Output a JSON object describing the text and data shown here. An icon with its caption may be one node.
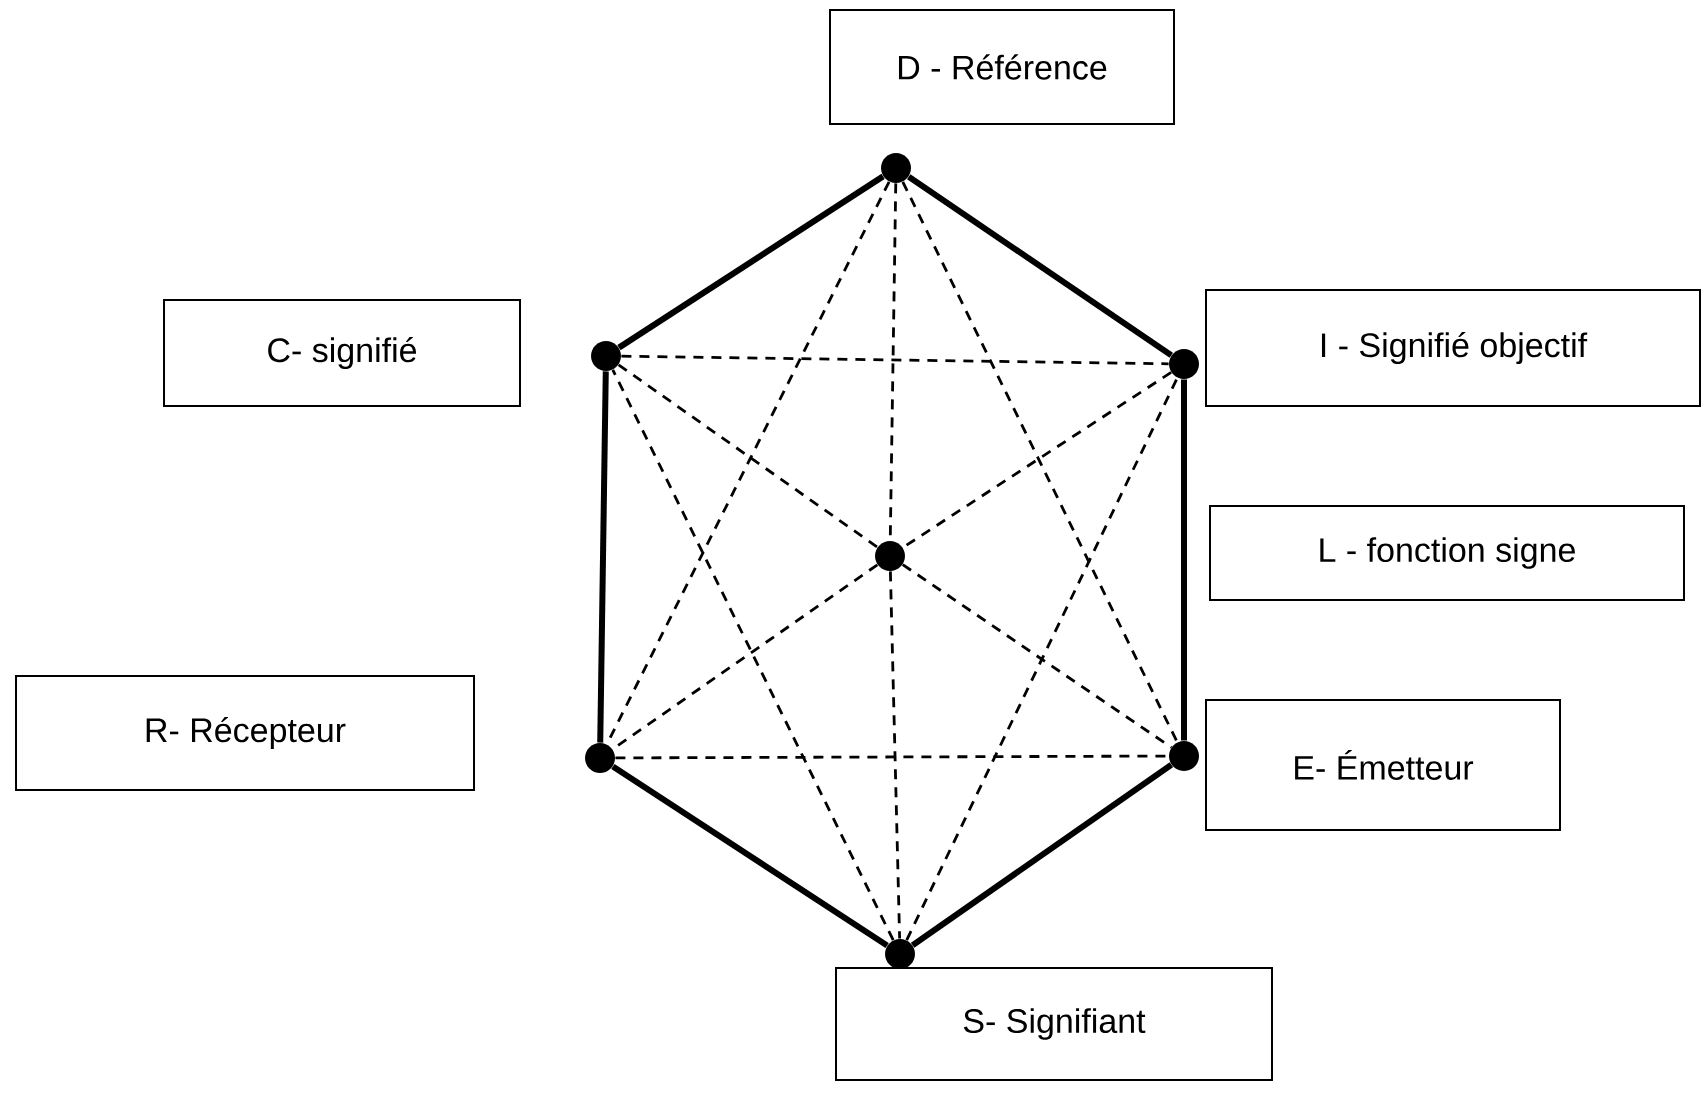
{
  "diagram": {
    "nodes": [
      {
        "text": [
          "D - Référence"
        ]
      },
      {
        "text": [
          "C- signifié"
        ]
      },
      {
        "text": [
          "I - Signifié objectif"
        ]
      },
      {
        "text": [
          "L - fonction signe"
        ]
      },
      {
        "text": [
          "R- Récepteur"
        ]
      },
      {
        "text": [
          "E- Émetteur"
        ]
      },
      {
        "text": [
          "S- Signifiant"
        ]
      },
      {
        "text": [],
        "shape": "circle"
      },
      {
        "text": [],
        "shape": "circle"
      },
      {
        "text": [],
        "shape": "circle"
      },
      {
        "text": [],
        "shape": "circle"
      },
      {
        "text": [],
        "shape": "circle"
      },
      {
        "text": [],
        "shape": "circle"
      },
      {
        "text": [],
        "shape": "circle"
      }
    ],
    "edges": [
      {
        "from": 7,
        "to": 9,
        "arrow": "none",
        "style": "thick"
      },
      {
        "from": 9,
        "to": 12,
        "arrow": "none",
        "style": "thick"
      },
      {
        "from": 12,
        "to": 13,
        "arrow": "none",
        "style": "thick"
      },
      {
        "from": 13,
        "to": 11,
        "arrow": "none",
        "style": "thick"
      },
      {
        "from": 11,
        "to": 8,
        "arrow": "none",
        "style": "thick"
      },
      {
        "from": 8,
        "to": 7,
        "arrow": "none",
        "style": "thick"
      },
      {
        "from": 8,
        "to": 9,
        "arrow": "none",
        "style": "dashed"
      },
      {
        "from": 11,
        "to": 12,
        "arrow": "none",
        "style": "dashed"
      },
      {
        "from": 7,
        "to": 11,
        "arrow": "none",
        "style": "dashed"
      },
      {
        "from": 7,
        "to": 12,
        "arrow": "none",
        "style": "dashed"
      },
      {
        "from": 13,
        "to": 8,
        "arrow": "none",
        "style": "dashed"
      },
      {
        "from": 13,
        "to": 9,
        "arrow": "none",
        "style": "dashed"
      },
      {
        "from": 7,
        "to": 10,
        "arrow": "none",
        "style": "dashed"
      },
      {
        "from": 10,
        "to": 13,
        "arrow": "none",
        "style": "dashed"
      },
      {
        "from": 8,
        "to": 10,
        "arrow": "none",
        "style": "dashed"
      },
      {
        "from": 10,
        "to": 12,
        "arrow": "none",
        "style": "dashed"
      },
      {
        "from": 9,
        "to": 10,
        "arrow": "none",
        "style": "dashed"
      },
      {
        "from": 10,
        "to": 11,
        "arrow": "none",
        "style": "dashed"
      }
    ]
  }
}
